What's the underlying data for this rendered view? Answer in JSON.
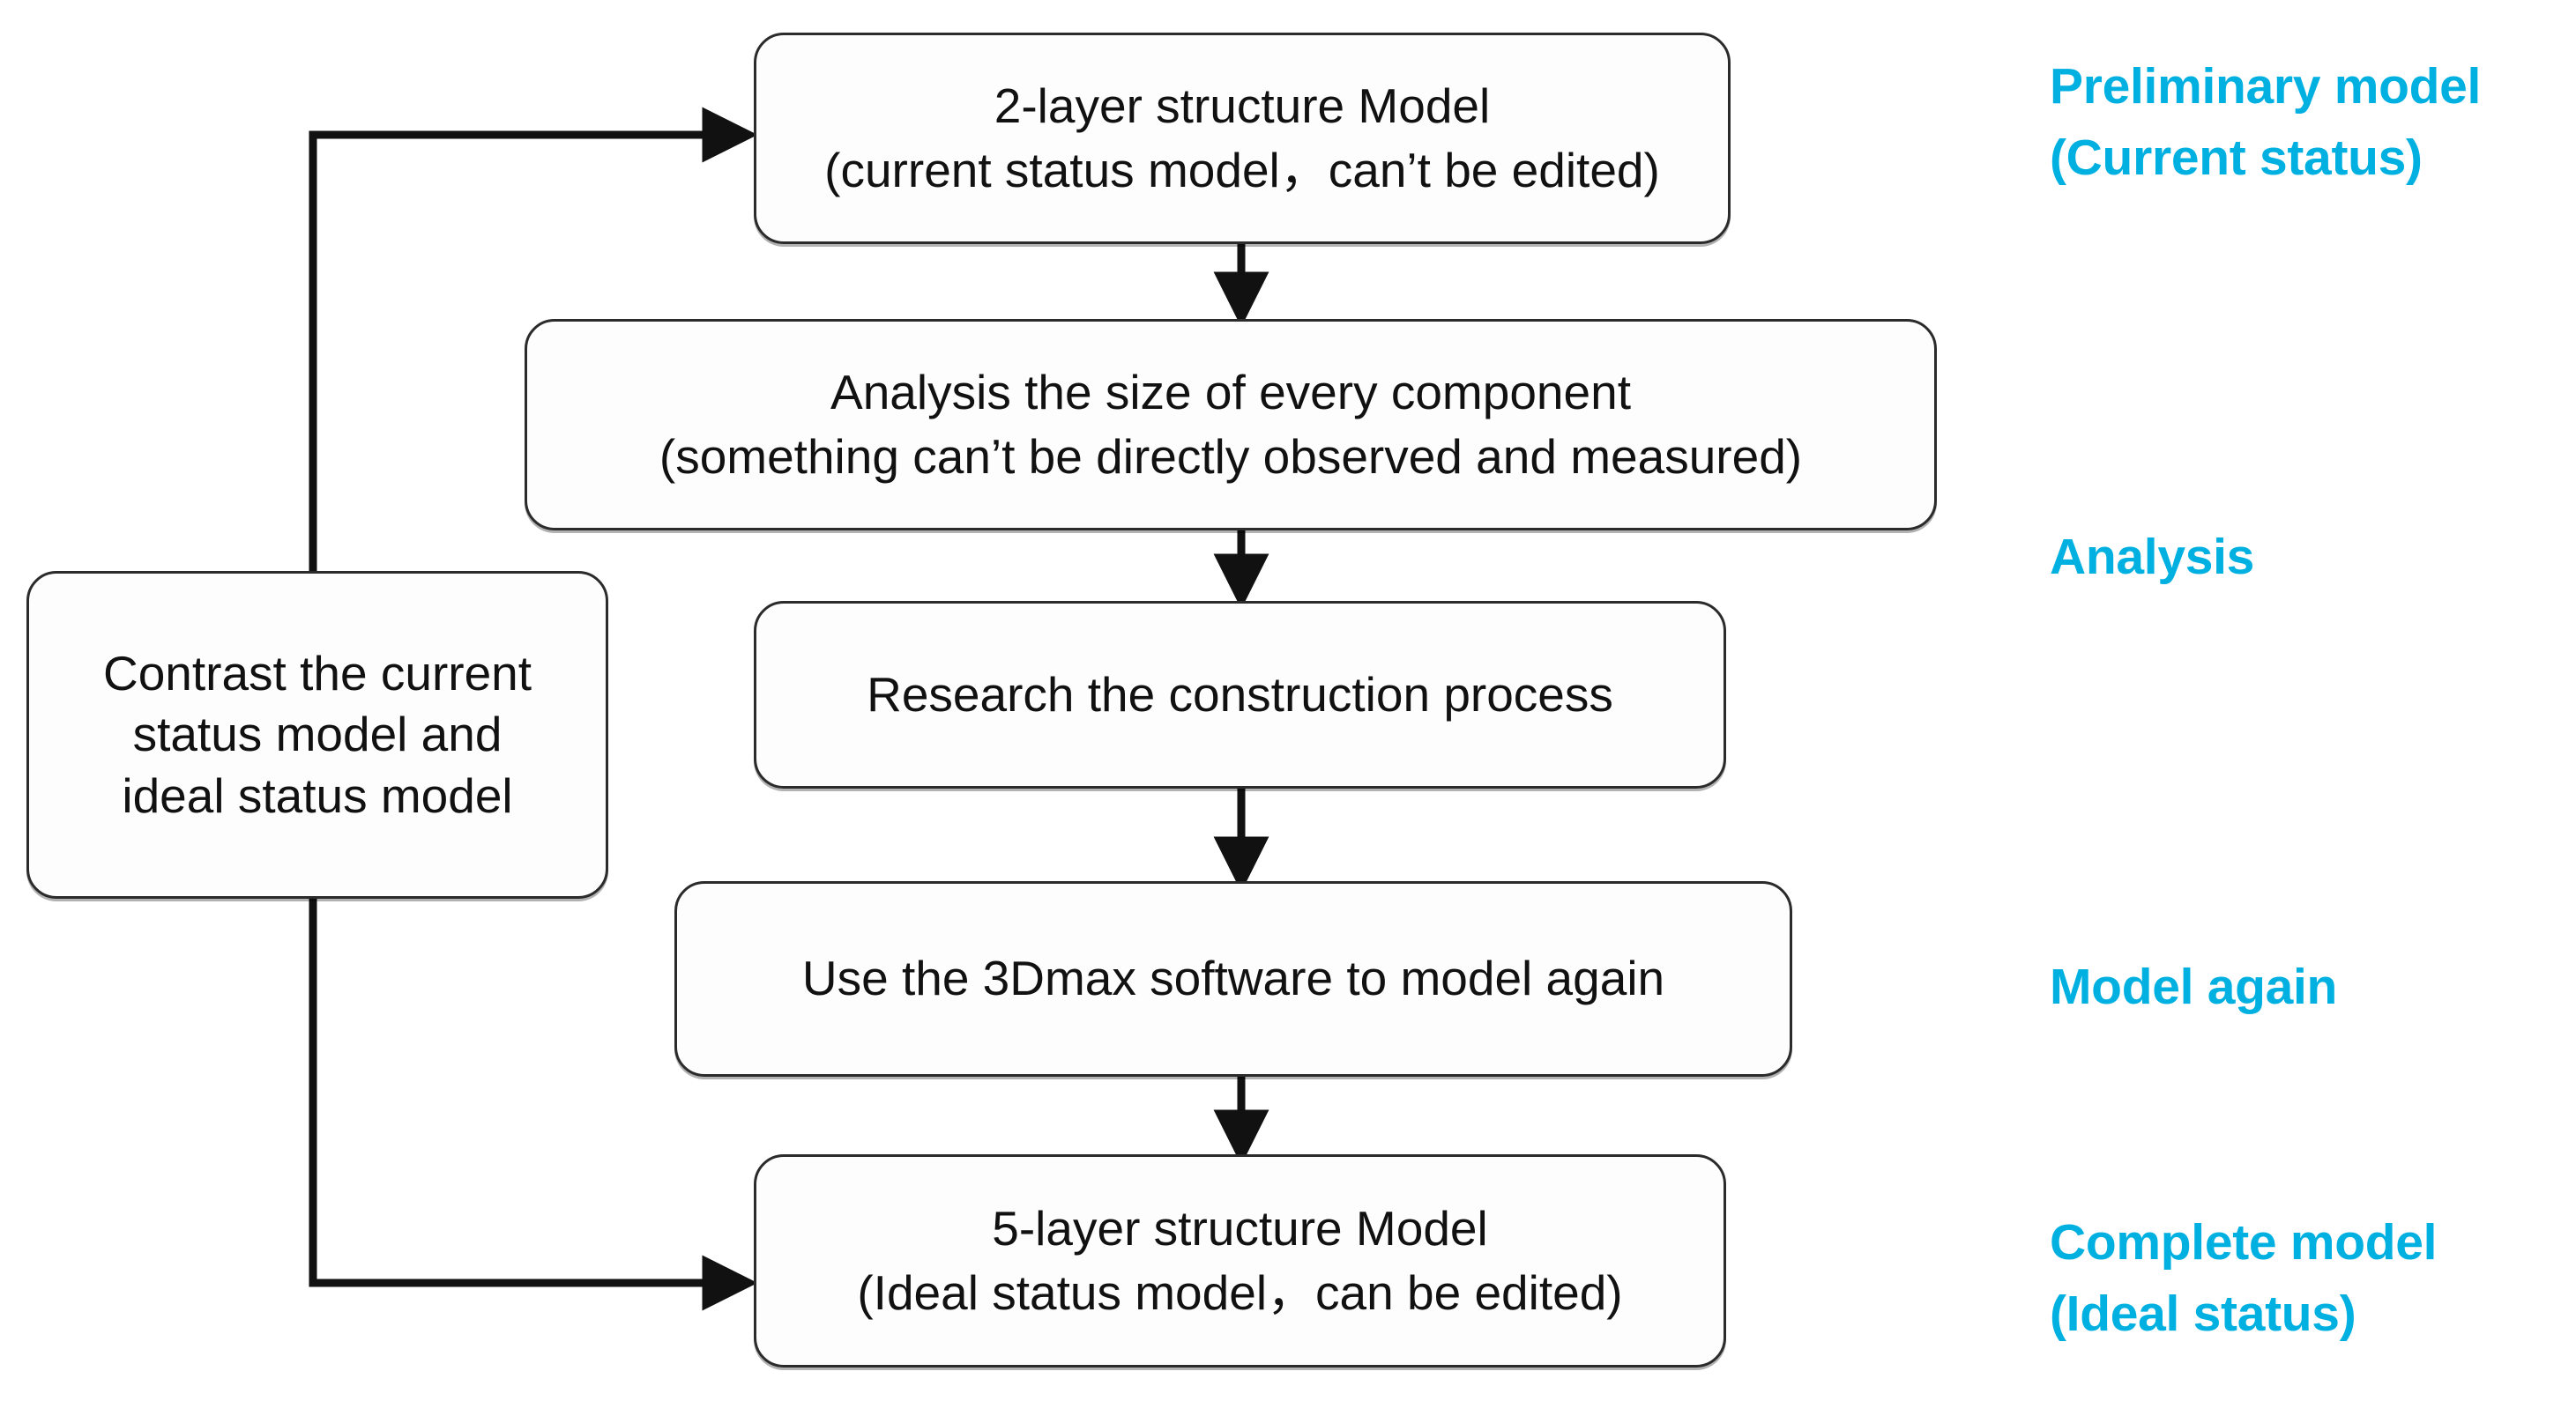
{
  "diagram": {
    "title": "Modeling workflow flowchart",
    "accent_color": "#00b0e0",
    "line_color": "#2b2b2b",
    "nodes": {
      "preliminary_model": {
        "line1": "2-layer structure Model",
        "line2": "(current status model，can’t be edited)"
      },
      "analysis_size": {
        "line1": "Analysis the size of  every component",
        "line2": "(something can’t be directly observed and measured)"
      },
      "research_process": {
        "line1": "Research the construction process"
      },
      "model_again": {
        "line1": "Use the 3Dmax software to model again"
      },
      "complete_model": {
        "line1": "5-layer structure Model",
        "line2": "(Ideal status model，can be edited)"
      },
      "contrast": {
        "line1": "Contrast the current",
        "line2": "status model and",
        "line3": "ideal status model"
      }
    },
    "stage_labels": {
      "preliminary": {
        "line1": "Preliminary model",
        "line2": "(Current status)"
      },
      "analysis": {
        "line1": "Analysis"
      },
      "model_again": {
        "line1": "Model again"
      },
      "complete": {
        "line1": "Complete model",
        "line2": "(Ideal status)"
      }
    },
    "edges": [
      {
        "name": "preliminary-to-analysis",
        "kind": "arrow-down"
      },
      {
        "name": "analysis-to-research",
        "kind": "arrow-down"
      },
      {
        "name": "research-to-model-again",
        "kind": "arrow-down"
      },
      {
        "name": "model-again-to-complete",
        "kind": "arrow-down"
      },
      {
        "name": "contrast-to-preliminary",
        "kind": "feedback-up-right"
      },
      {
        "name": "contrast-to-complete",
        "kind": "feedback-down-right"
      }
    ]
  }
}
